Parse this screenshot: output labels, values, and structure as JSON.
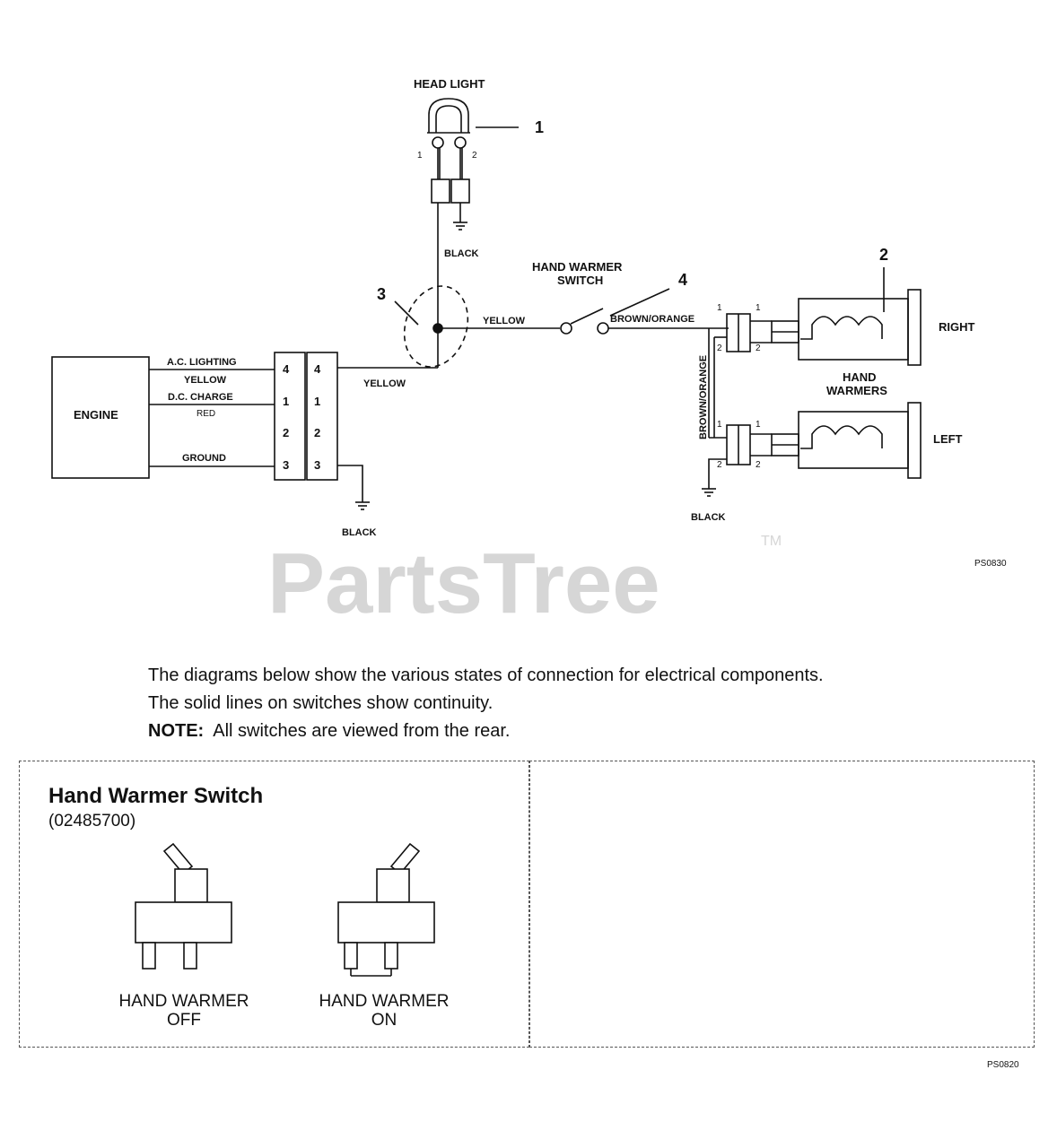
{
  "diagram": {
    "head_light": "HEAD LIGHT",
    "callouts": {
      "c1": "1",
      "c2": "2",
      "c3": "3",
      "c4": "4"
    },
    "pins": {
      "p1": "1",
      "p2": "2"
    },
    "wires": {
      "black_headlight": "BLACK",
      "yellow_to_switch": "YELLOW",
      "yellow_from_connector": "YELLOW",
      "brown_orange": "BROWN/ORANGE",
      "brown_orange_vertical": "BROWN/ORANGE",
      "black_ground_engine": "BLACK",
      "black_ground_warmers": "BLACK",
      "ac_lighting": "A.C. LIGHTING",
      "ac_yellow": "YELLOW",
      "dc_charge": "D.C. CHARGE",
      "dc_red": "RED",
      "ground": "GROUND"
    },
    "hand_warmer_switch": [
      "HAND WARMER",
      "SWITCH"
    ],
    "engine": "ENGINE",
    "connector_left": [
      "4",
      "1",
      "2",
      "3"
    ],
    "connector_right": [
      "4",
      "1",
      "2",
      "3"
    ],
    "right": "RIGHT",
    "left": "LEFT",
    "hand_warmers": [
      "HAND",
      "WARMERS"
    ],
    "code": "PS0830"
  },
  "watermark": {
    "text": "PartsTree",
    "tm": "TM"
  },
  "notes": {
    "line1": "The diagrams below show the various states of connection for electrical components.",
    "line2": "The solid lines on switches show continuity.",
    "note_label": "NOTE:",
    "note_text": "All switches are viewed from the rear."
  },
  "panel": {
    "title": "Hand Warmer Switch",
    "part_number": "(02485700)",
    "off_label": [
      "HAND WARMER",
      "OFF"
    ],
    "on_label": [
      "HAND WARMER",
      "ON"
    ]
  },
  "code2": "PS0820"
}
